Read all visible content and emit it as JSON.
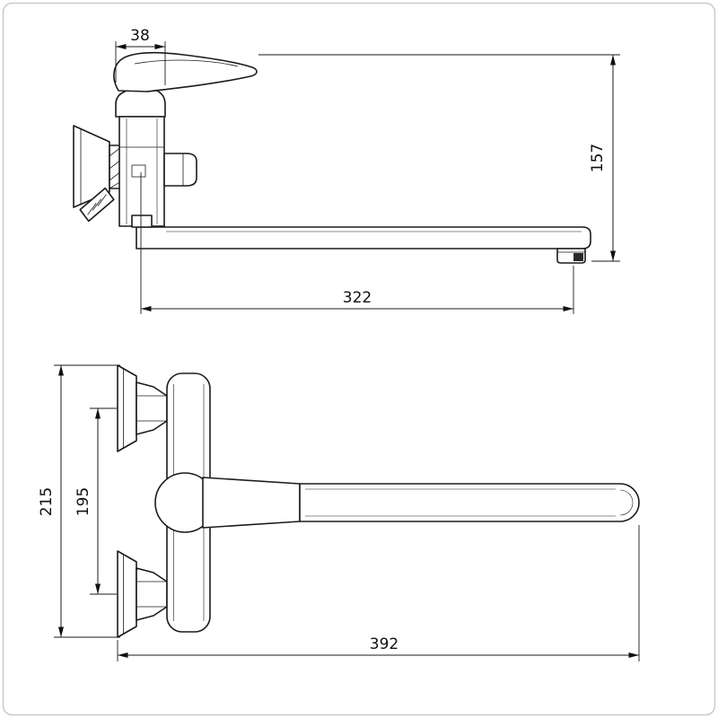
{
  "side_view": {
    "handle_width": "38",
    "overall_height": "157",
    "spout_reach": "322"
  },
  "front_view": {
    "overall_height": "215",
    "mounting_centers": "195",
    "overall_length": "392"
  }
}
